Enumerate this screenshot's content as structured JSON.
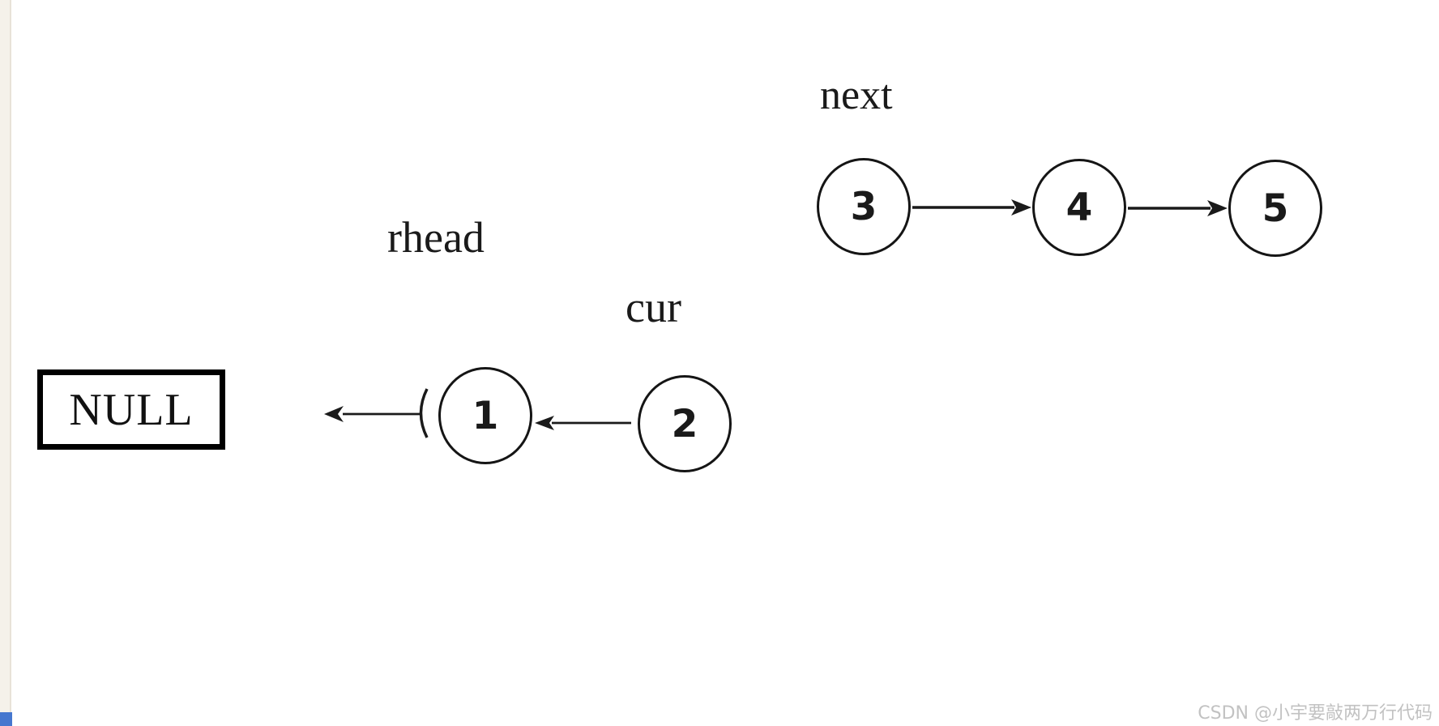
{
  "page": {
    "background": "#ffffff",
    "left_strip_color": "#f5f1ea",
    "left_strip_edge_color": "#e8e2d8",
    "corner_accent_color": "#4677cf",
    "ink_color": "#1a1a1a"
  },
  "diagram": {
    "labels": {
      "next": "next",
      "rhead": "rhead",
      "cur": "cur"
    },
    "null_label": "NULL",
    "nodes": [
      {
        "value": "1"
      },
      {
        "value": "2"
      },
      {
        "value": "3"
      },
      {
        "value": "4"
      },
      {
        "value": "5"
      }
    ],
    "edges": [
      {
        "from": "3",
        "to": "4",
        "direction": "right"
      },
      {
        "from": "4",
        "to": "5",
        "direction": "right"
      },
      {
        "from": "2",
        "to": "1",
        "direction": "left"
      },
      {
        "from": "1",
        "to": "NULL",
        "direction": "left"
      }
    ]
  },
  "watermark": {
    "text": "CSDN @小宇要敲两万行代码",
    "color": "#c2c2c2"
  }
}
